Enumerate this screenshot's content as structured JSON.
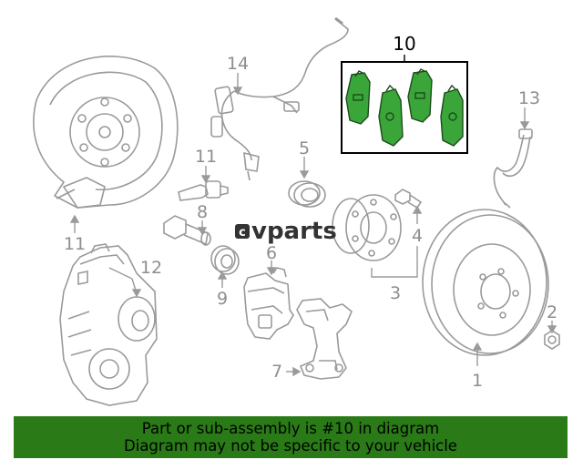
{
  "brand": {
    "logo_text": "vparts",
    "logo_prefix_glyph": "ⅽ"
  },
  "callouts": [
    "10",
    "14",
    "13",
    "11",
    "5",
    "8",
    "4",
    "6",
    "12",
    "3",
    "9",
    "2",
    "7",
    "11",
    "1"
  ],
  "highlight_box_label": "10",
  "banner": {
    "line1": "Part or sub-assembly is #10 in diagram",
    "line2": "Diagram may not be specific to your vehicle"
  },
  "colors": {
    "line": "#9a9a9a",
    "label": "#8e8e8e",
    "pad_fill": "#3aa63a",
    "pad_stroke": "#1d4a1d",
    "banner_bg": "#2a7b17",
    "logo": "#333333"
  }
}
